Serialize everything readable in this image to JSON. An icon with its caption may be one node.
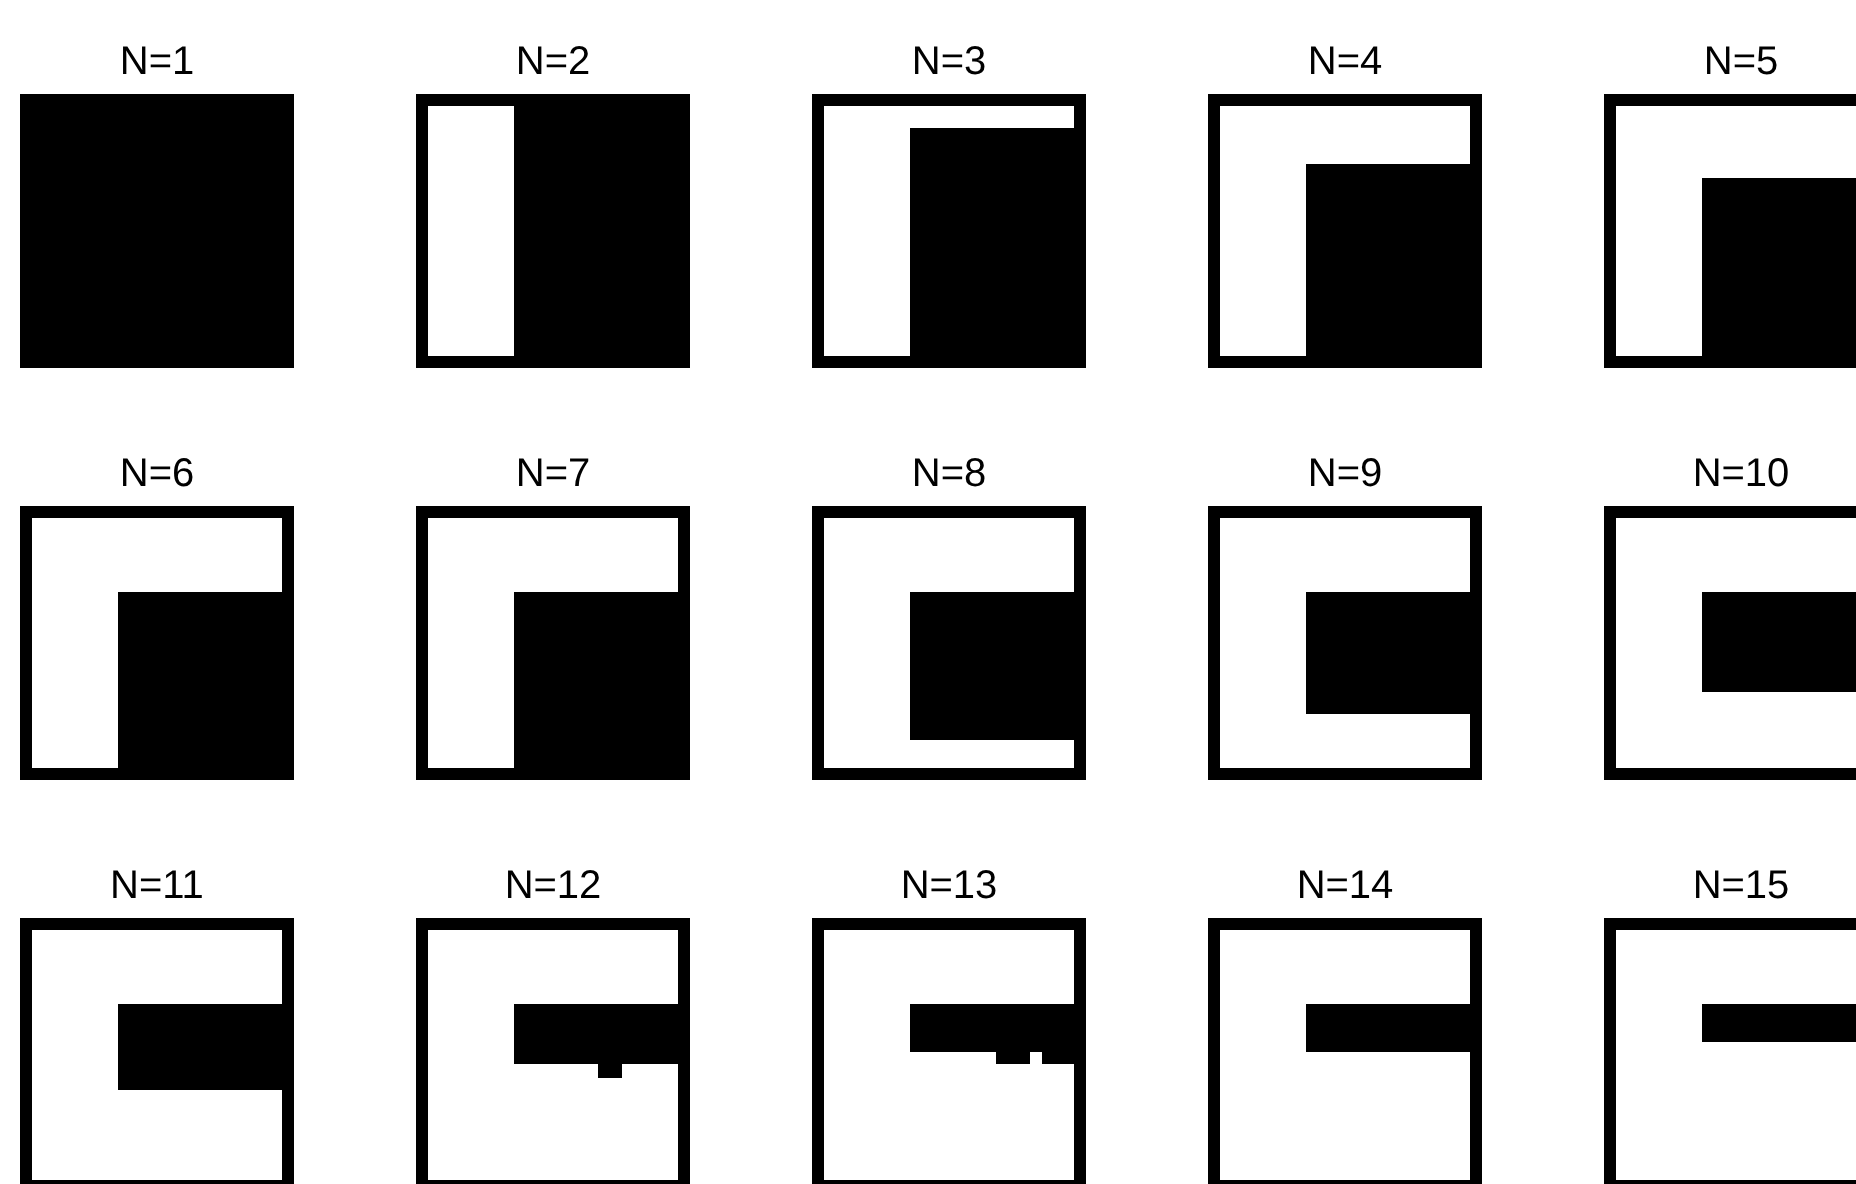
{
  "diagram": {
    "labels": [
      "N=1",
      "N=2",
      "N=3",
      "N=4",
      "N=5",
      "N=6",
      "N=7",
      "N=8",
      "N=9",
      "N=10",
      "N=11",
      "N=12",
      "N=13",
      "N=14",
      "N=15"
    ]
  }
}
